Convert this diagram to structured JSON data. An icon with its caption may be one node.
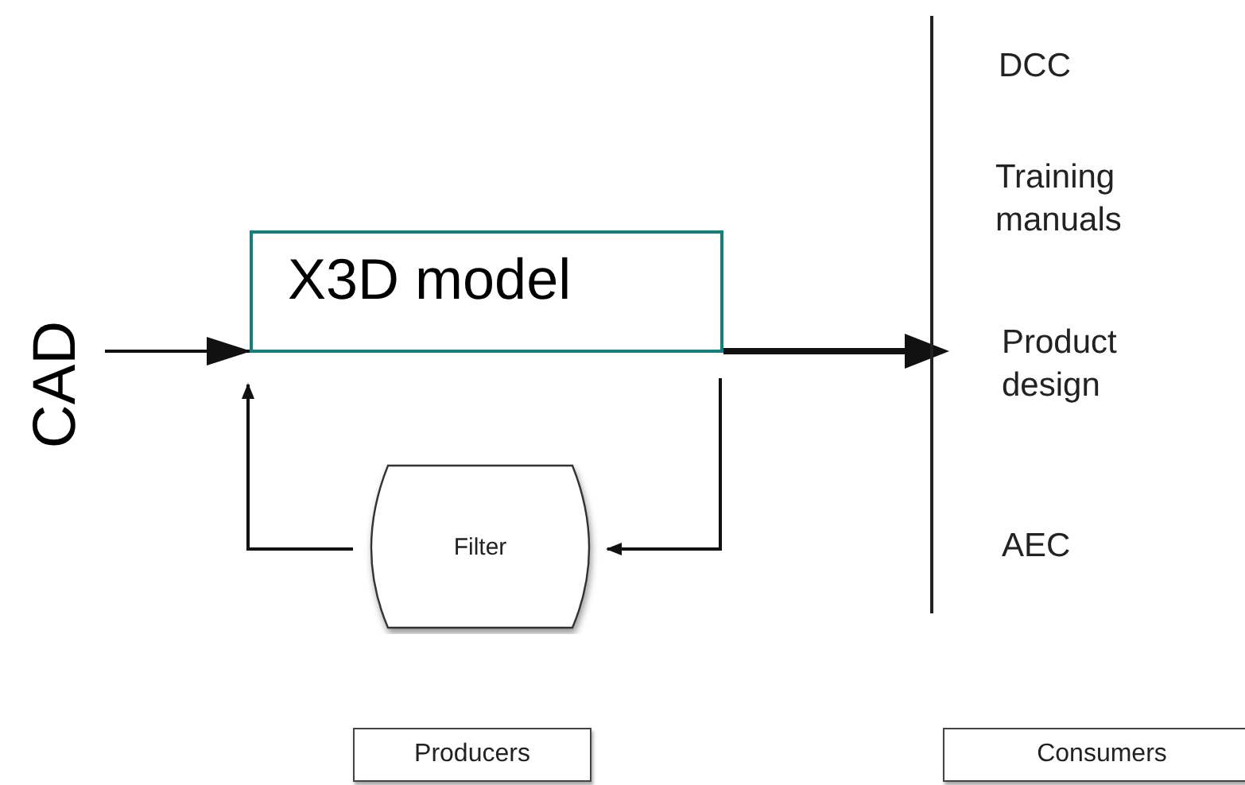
{
  "diagram": {
    "nodes": [
      {
        "text": [
          "CAD"
        ]
      },
      {
        "text": [
          "X3D model"
        ]
      },
      {
        "text": [
          "Filter"
        ]
      },
      {
        "text": [],
        "shape": "bar"
      },
      {
        "text": [
          "Producers"
        ]
      },
      {
        "text": [
          "Consumers"
        ]
      }
    ],
    "edges": [
      {
        "from": 0,
        "to": 1,
        "arrow": "to"
      },
      {
        "from": 1,
        "to": 3,
        "arrow": "to",
        "style": "thick"
      },
      {
        "from": 1,
        "to": 2,
        "arrow": "to"
      },
      {
        "from": 2,
        "to": 1,
        "arrow": "to"
      }
    ],
    "labels": [
      "DCC",
      "Training manuals",
      "Product design",
      "AEC"
    ]
  }
}
